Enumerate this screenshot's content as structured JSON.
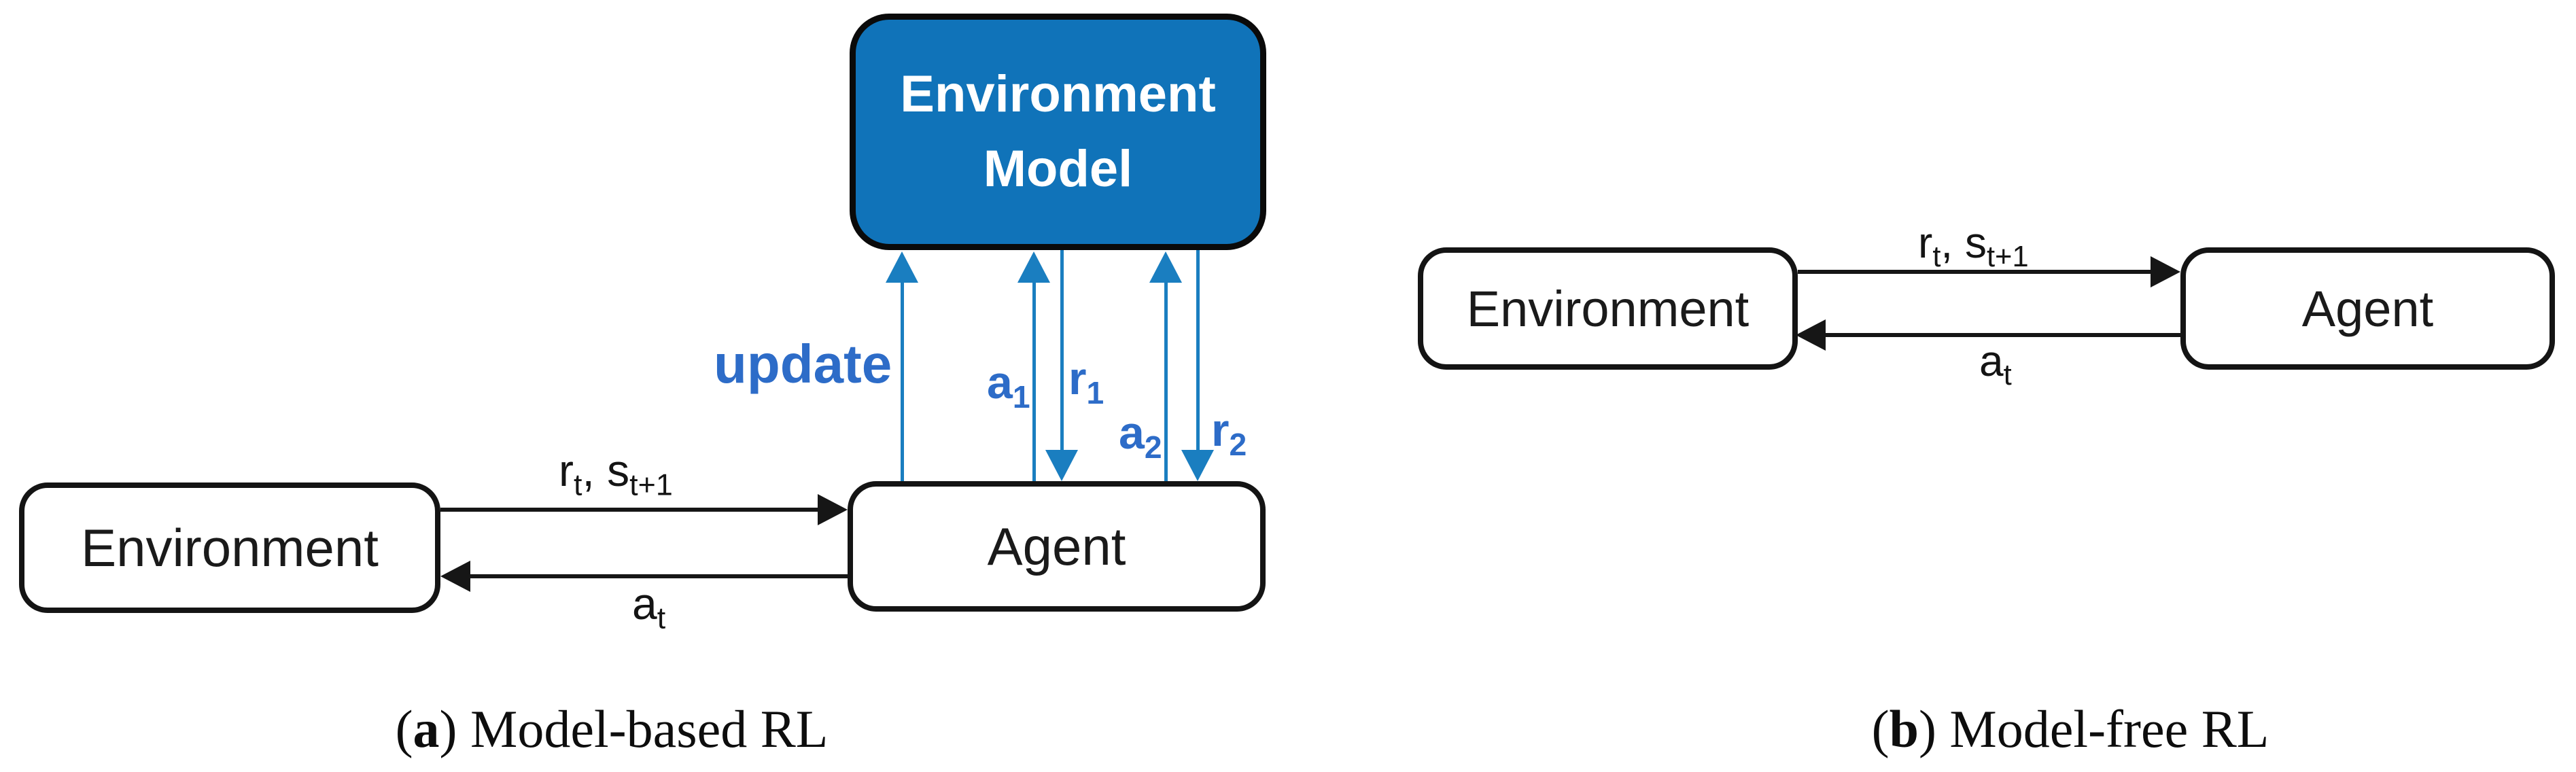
{
  "colors": {
    "model_box_fill": "#1073B9",
    "box_border": "#141414",
    "blue_arrow": "#1A7EC0",
    "blue_label": "#2D6CC8",
    "ink": "#161616"
  },
  "panel_a": {
    "model_box": {
      "line1": "Environment",
      "line2": "Model"
    },
    "environment_box_label": "Environment",
    "agent_box_label": "Agent",
    "update_label": "update",
    "sim_action_1": {
      "base": "a",
      "sub": "1"
    },
    "sim_reward_1": {
      "base": "r",
      "sub": "1"
    },
    "sim_action_2": {
      "base": "a",
      "sub": "2"
    },
    "sim_reward_2": {
      "base": "r",
      "sub": "2"
    },
    "reward_state_label": {
      "p1": "r",
      "s1": "t",
      "p2": ", s",
      "s2": "t+1"
    },
    "action_label": {
      "p1": "a",
      "s1": "t"
    },
    "caption": {
      "open": "(",
      "letter": "a",
      "rest": ") Model-based RL"
    }
  },
  "panel_b": {
    "environment_box_label": "Environment",
    "agent_box_label": "Agent",
    "reward_state_label": {
      "p1": "r",
      "s1": "t",
      "p2": ", s",
      "s2": "t+1"
    },
    "action_label": {
      "p1": "a",
      "s1": "t"
    },
    "caption": {
      "open": "(",
      "letter": "b",
      "rest": ") Model-free RL"
    }
  }
}
